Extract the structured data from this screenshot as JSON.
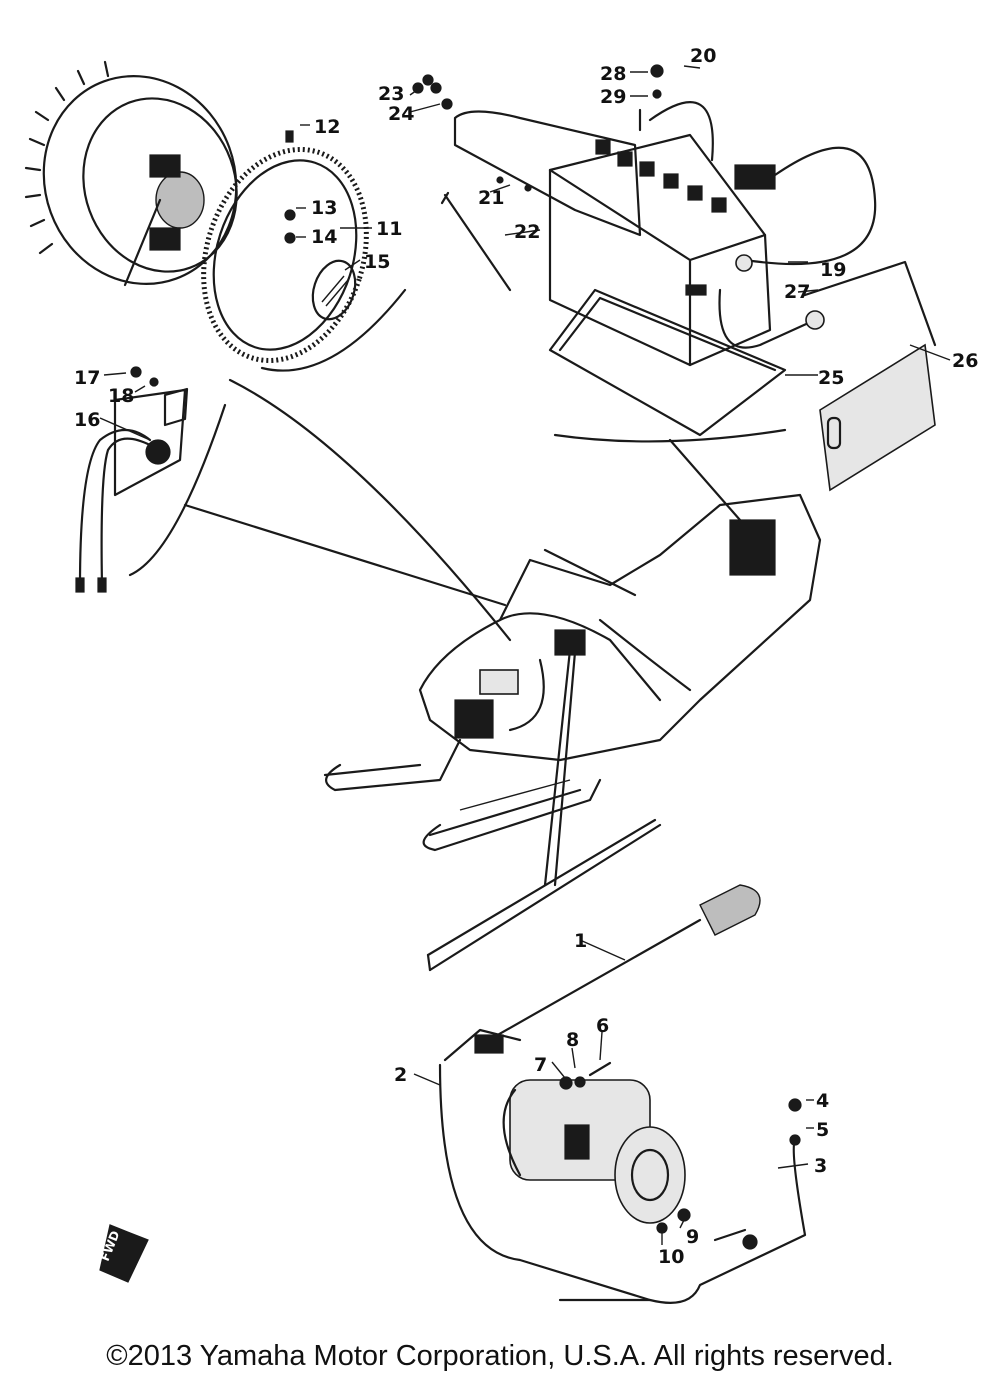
{
  "callouts": [
    "1",
    "2",
    "3",
    "4",
    "5",
    "6",
    "7",
    "8",
    "9",
    "10",
    "11",
    "12",
    "13",
    "14",
    "15",
    "16",
    "17",
    "18",
    "19",
    "20",
    "21",
    "22",
    "23",
    "24",
    "25",
    "26",
    "27",
    "28",
    "29"
  ],
  "fwd_marker": "FWD",
  "copyright": "©2013 Yamaha Motor Corporation, U.S.A. All rights reserved."
}
